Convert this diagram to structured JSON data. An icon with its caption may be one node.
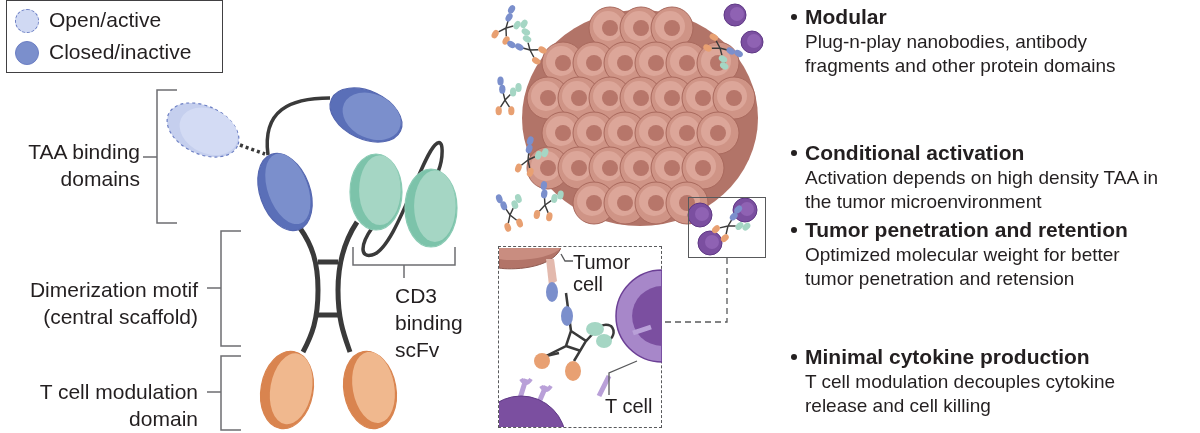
{
  "diagram": {
    "nodes": [
      {
        "text": [],
        "shape": "box"
      },
      {
        "text": [],
        "shape": "box"
      },
      {
        "text": [
          "Tumor cell"
        ],
        "in": 1
      },
      {
        "text": [],
        "shape": "picture",
        "in": 1
      },
      {
        "text": [
          "T cell"
        ],
        "in": 1
      },
      {
        "text": [],
        "shape": "picture",
        "in": 1
      }
    ],
    "edges": [
      {
        "from": 0,
        "to": 1,
        "arrow": "none",
        "style": "dashed"
      },
      {
        "from": 2,
        "to": 3,
        "arrow": "none"
      },
      {
        "from": 4,
        "to": 5,
        "arrow": "none"
      }
    ],
    "labels": [
      "TAA binding domains",
      "Dimerization motif (central scaffold)",
      "T cell modulation domain",
      "CD3 binding scFv",
      "Modular",
      "Plug-n-play nanobodies, antibody fragments and other protein domains",
      "Conditional activation",
      "Activation depends on high density TAA in the tumor microenvironment",
      "Tumor penetration and retention",
      "Optimized molecular weight for better tumor penetration and retension",
      "Minimal cytokine production",
      "T cell modulation decouples cytokine release and cell killing"
    ],
    "legend": [
      {
        "text": "Open/active",
        "color": "#d0d9f3"
      },
      {
        "text": "Closed/inactive",
        "color": "#7b8fcc"
      }
    ]
  }
}
